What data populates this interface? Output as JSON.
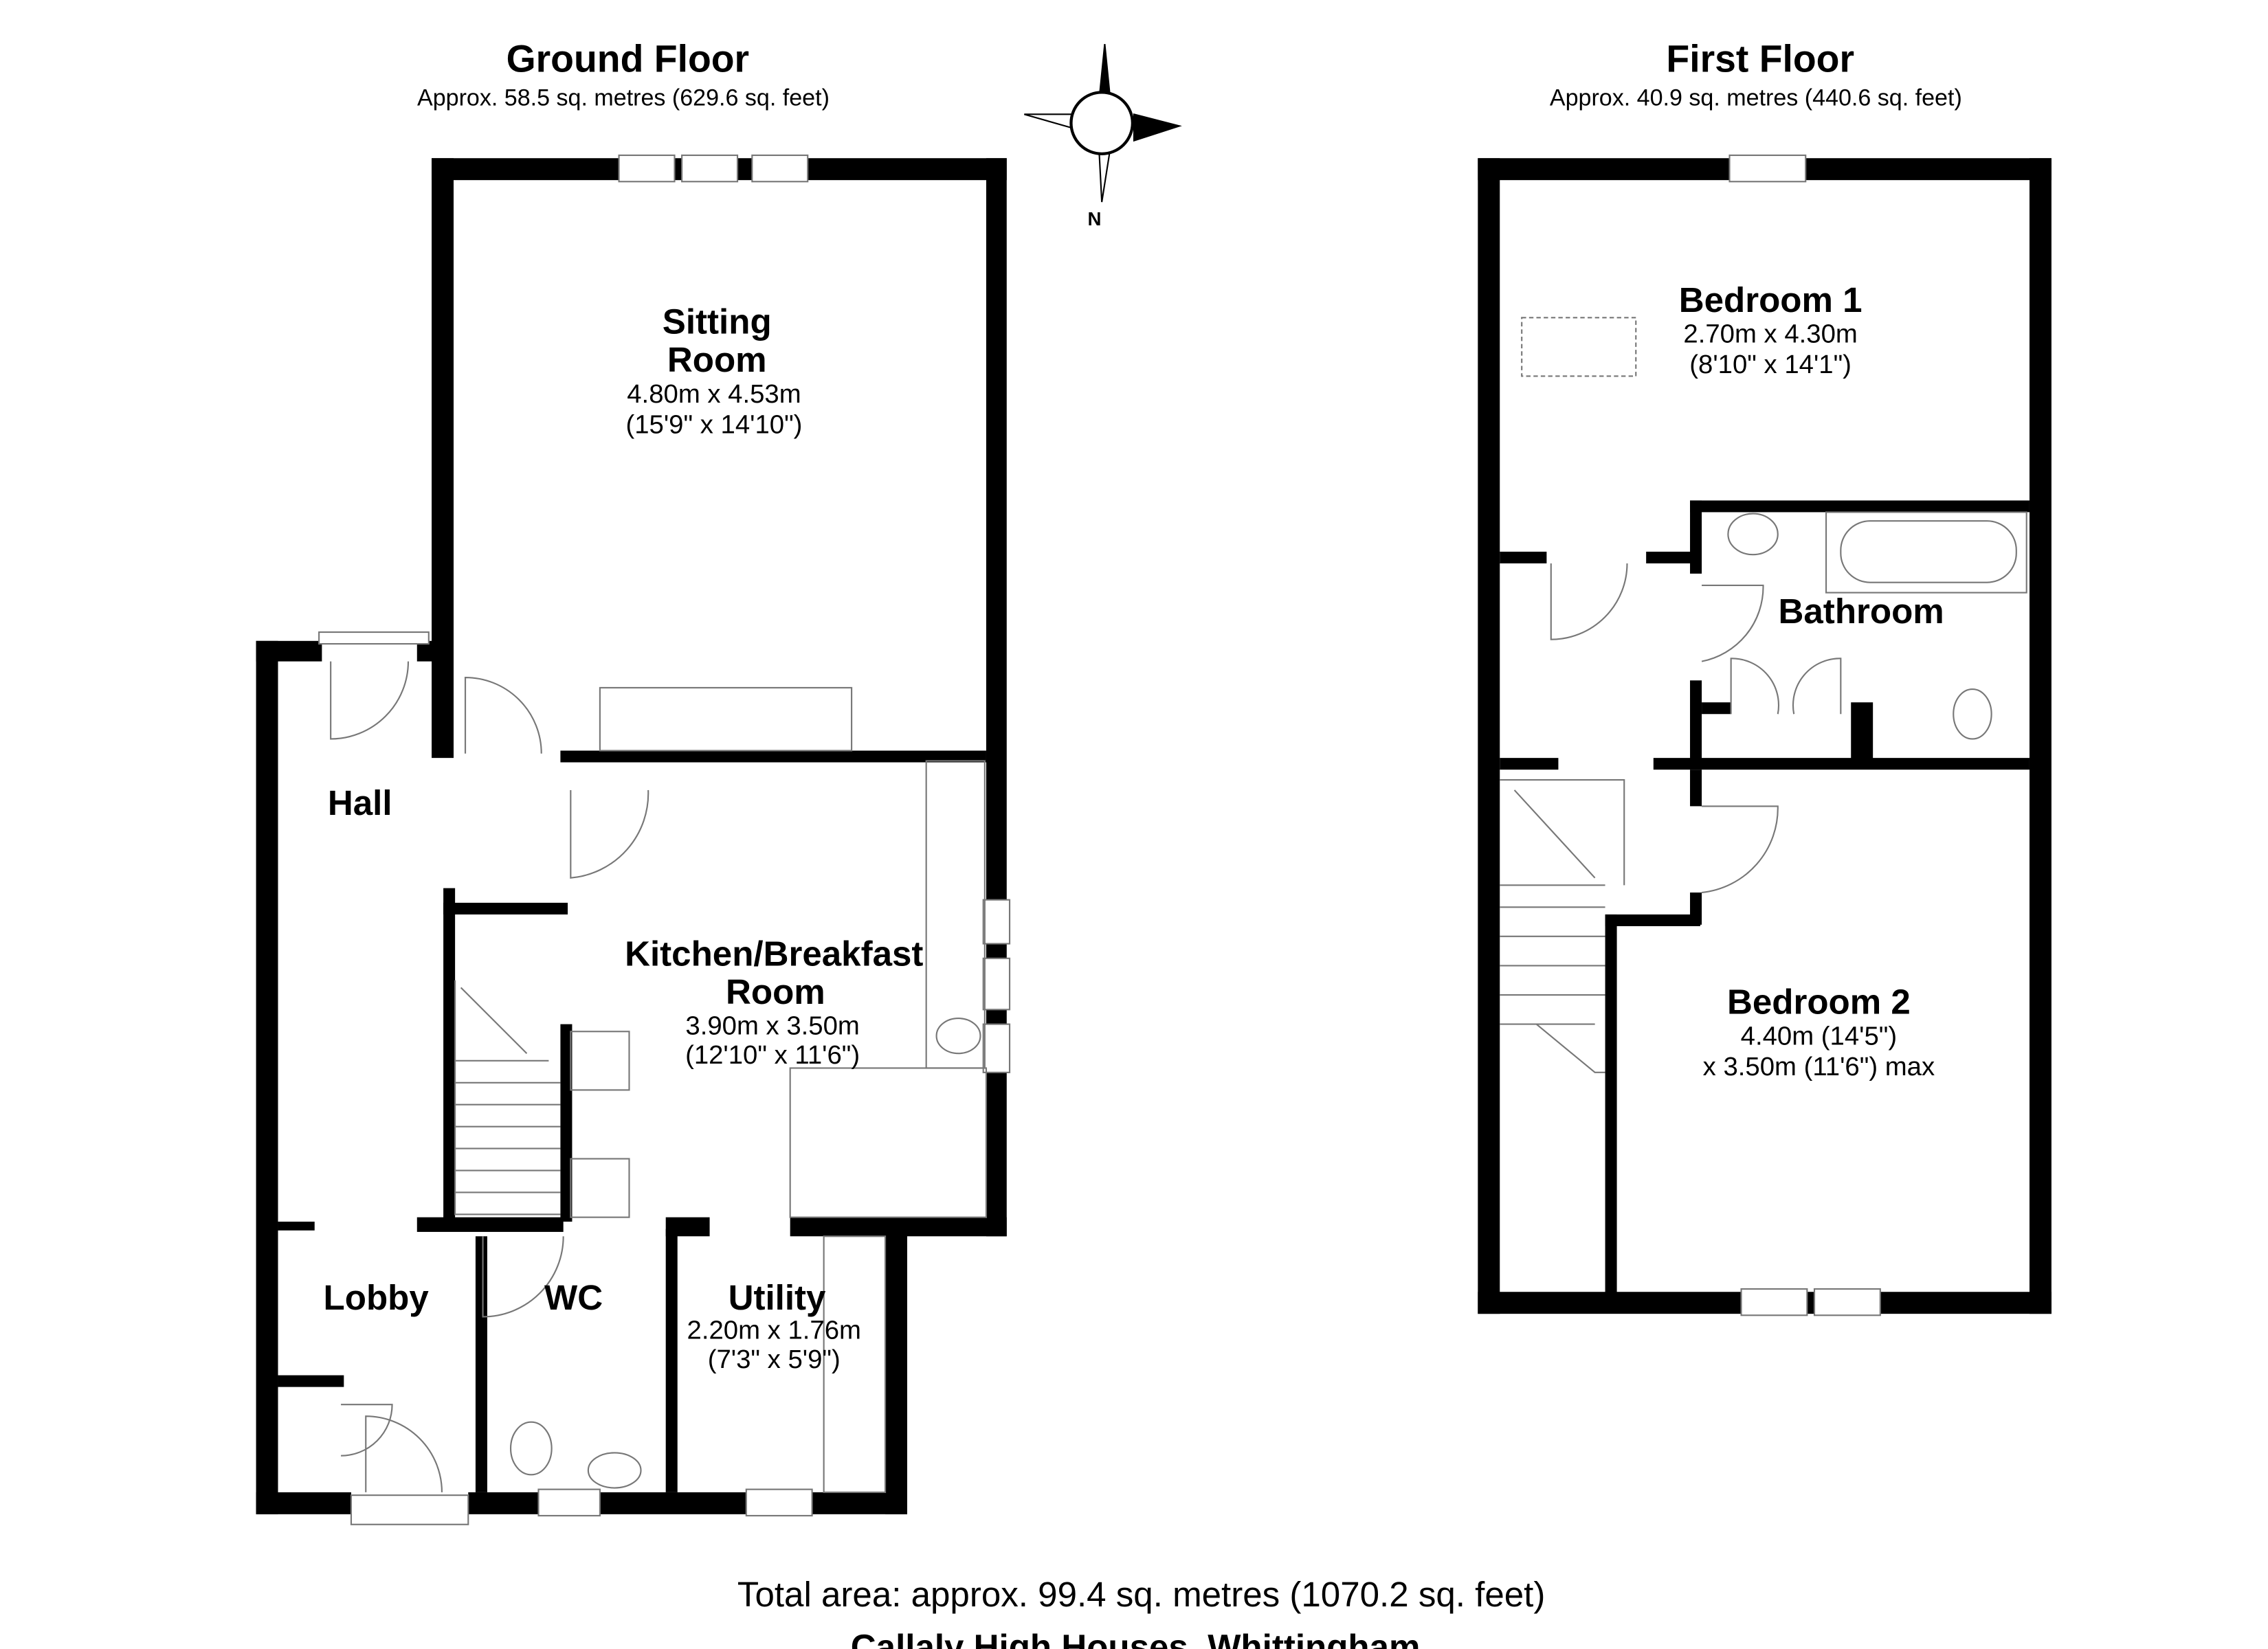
{
  "ground_floor": {
    "title": "Ground Floor",
    "area": "Approx. 58.5 sq. metres (629.6 sq. feet)",
    "rooms": {
      "sitting": {
        "name1": "Sitting",
        "name2": "Room",
        "dim_m": "4.80m x 4.53m",
        "dim_ft": "(15'9\" x 14'10\")"
      },
      "kitchen": {
        "name1": "Kitchen/Breakfast",
        "name2": "Room",
        "dim_m": "3.90m x 3.50m",
        "dim_ft": "(12'10\" x 11'6\")"
      },
      "hall": {
        "name": "Hall"
      },
      "lobby": {
        "name": "Lobby"
      },
      "wc": {
        "name": "WC"
      },
      "utility": {
        "name": "Utility",
        "dim_m": "2.20m x 1.76m",
        "dim_ft": "(7'3\" x 5'9\")"
      }
    }
  },
  "first_floor": {
    "title": "First Floor",
    "area": "Approx. 40.9 sq. metres (440.6 sq. feet)",
    "rooms": {
      "bedroom1": {
        "name": "Bedroom 1",
        "dim_m": "2.70m x 4.30m",
        "dim_ft": "(8'10\" x 14'1\")"
      },
      "bathroom": {
        "name": "Bathroom"
      },
      "bedroom2": {
        "name": "Bedroom 2",
        "dim_1": "4.40m (14'5\")",
        "dim_2": "x 3.50m (11'6\") max"
      }
    }
  },
  "compass": {
    "label": "N"
  },
  "footer": {
    "total_area": "Total area: approx. 99.4 sq. metres (1070.2 sq. feet)",
    "address": "Callaly High Houses, Whittingham"
  }
}
